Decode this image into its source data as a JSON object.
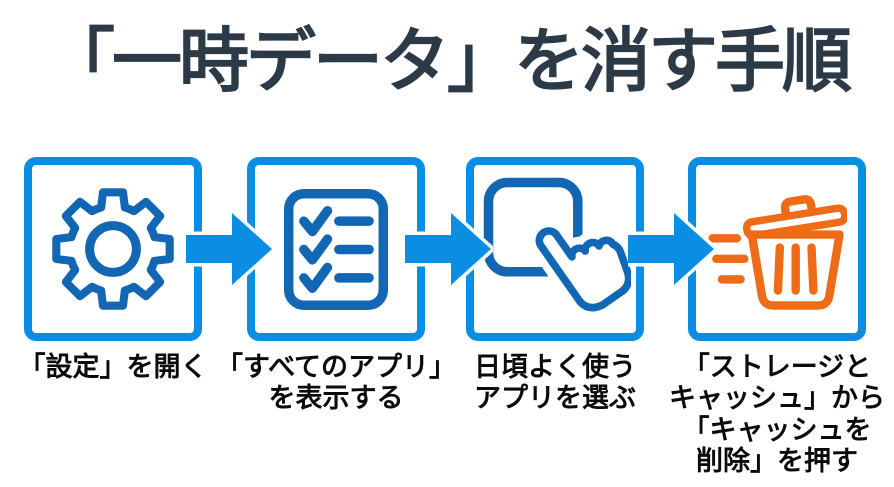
{
  "title": "「一時データ」を消す手順",
  "colors": {
    "box_border_blue": "#0a8ee3",
    "arrow_blue": "#0a8ee3",
    "icon_blue": "#1167b3",
    "trash_orange": "#ee6c17",
    "title_color": "#2c3a47",
    "caption_color": "#0b0b0b",
    "background": "#ffffff"
  },
  "steps": [
    {
      "icon": "gear-icon",
      "caption_lines": [
        "「設定」を開く"
      ]
    },
    {
      "icon": "checklist-icon",
      "caption_lines": [
        "「すべてのアプリ」",
        "を表示する"
      ]
    },
    {
      "icon": "tap-icon",
      "caption_lines": [
        "日頃よく使う",
        "アプリを選ぶ"
      ]
    },
    {
      "icon": "trash-icon",
      "caption_lines": [
        "「ストレージと",
        "キャッシュ」から",
        "「キャッシュを",
        "削除」を押す"
      ]
    }
  ]
}
